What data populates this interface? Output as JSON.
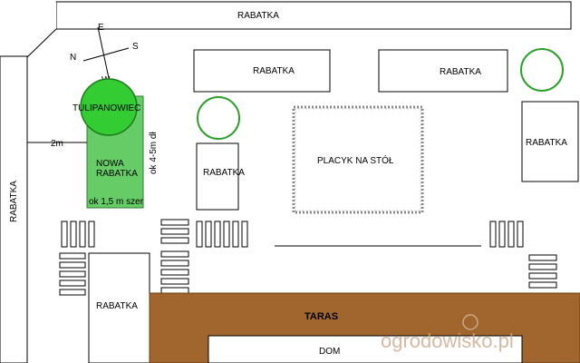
{
  "labels": {
    "rabatka": "RABATKA",
    "tulipanowiec": "TULIPANOWIEC",
    "nowa_rabatka_line1": "NOWA",
    "nowa_rabatka_line2": "RABATKA",
    "length": "ok 4-5m dł",
    "width": "ok 1,5 m szer",
    "distance": "2m",
    "placyk": "PLACYK NA STÓŁ",
    "taras": "TARAS",
    "dom": "DOM",
    "watermark": "ogrodowisko.pl"
  },
  "compass": {
    "e": "E",
    "n": "N",
    "s": "S",
    "w": "W"
  },
  "colors": {
    "new_bed_fill": "#66cc66",
    "new_bed_stroke": "#2e7d32",
    "tree_fill": "#33cc33",
    "tree_stroke": "#1b7a1b",
    "bush_stroke": "#2ea02e",
    "terrace_fill": "#a0662d",
    "terrace_stroke": "#6b3e14",
    "watermark": "#c9a98a"
  }
}
